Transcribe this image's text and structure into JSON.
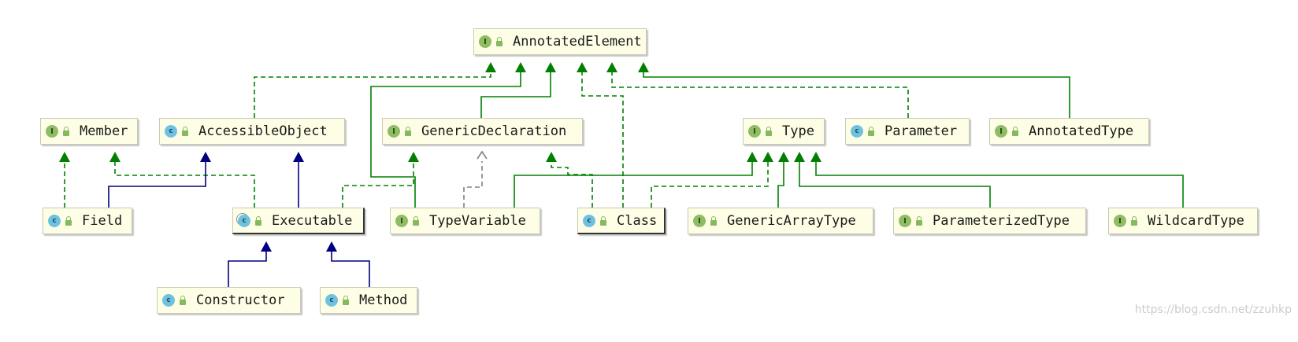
{
  "nodes": [
    {
      "id": "AnnotatedElement",
      "name": "AnnotatedElement",
      "kind": "interface",
      "icon": "interface-icon"
    },
    {
      "id": "Member",
      "name": "Member",
      "kind": "interface",
      "icon": "interface-icon"
    },
    {
      "id": "AccessibleObject",
      "name": "AccessibleObject",
      "kind": "class",
      "icon": "class-icon"
    },
    {
      "id": "GenericDeclaration",
      "name": "GenericDeclaration",
      "kind": "interface",
      "icon": "interface-icon"
    },
    {
      "id": "Type",
      "name": "Type",
      "kind": "interface",
      "icon": "interface-icon"
    },
    {
      "id": "Parameter",
      "name": "Parameter",
      "kind": "final-class",
      "icon": "final-class-icon"
    },
    {
      "id": "AnnotatedType",
      "name": "AnnotatedType",
      "kind": "interface",
      "icon": "interface-icon"
    },
    {
      "id": "Field",
      "name": "Field",
      "kind": "final-class",
      "icon": "final-class-icon"
    },
    {
      "id": "Executable",
      "name": "Executable",
      "kind": "abstract-class",
      "icon": "abstract-class-icon"
    },
    {
      "id": "TypeVariable",
      "name": "TypeVariable",
      "kind": "interface",
      "icon": "interface-icon"
    },
    {
      "id": "Class",
      "name": "Class",
      "kind": "final-class",
      "icon": "final-class-icon"
    },
    {
      "id": "GenericArrayType",
      "name": "GenericArrayType",
      "kind": "interface",
      "icon": "interface-icon"
    },
    {
      "id": "ParameterizedType",
      "name": "ParameterizedType",
      "kind": "interface",
      "icon": "interface-icon"
    },
    {
      "id": "WildcardType",
      "name": "WildcardType",
      "kind": "interface",
      "icon": "interface-icon"
    },
    {
      "id": "Constructor",
      "name": "Constructor",
      "kind": "final-class",
      "icon": "final-class-icon"
    },
    {
      "id": "Method",
      "name": "Method",
      "kind": "final-class",
      "icon": "final-class-icon"
    }
  ],
  "relations": [
    {
      "from": "AccessibleObject",
      "to": "AnnotatedElement",
      "type": "implements"
    },
    {
      "from": "TypeVariable",
      "to": "AnnotatedElement",
      "type": "extends-interface"
    },
    {
      "from": "GenericDeclaration",
      "to": "AnnotatedElement",
      "type": "extends-interface"
    },
    {
      "from": "Class",
      "to": "AnnotatedElement",
      "type": "implements"
    },
    {
      "from": "Parameter",
      "to": "AnnotatedElement",
      "type": "implements"
    },
    {
      "from": "AnnotatedType",
      "to": "AnnotatedElement",
      "type": "extends-interface"
    },
    {
      "from": "Field",
      "to": "Member",
      "type": "implements"
    },
    {
      "from": "Executable",
      "to": "Member",
      "type": "implements"
    },
    {
      "from": "Field",
      "to": "AccessibleObject",
      "type": "extends-class"
    },
    {
      "from": "Executable",
      "to": "AccessibleObject",
      "type": "extends-class"
    },
    {
      "from": "Executable",
      "to": "GenericDeclaration",
      "type": "implements"
    },
    {
      "from": "TypeVariable",
      "to": "GenericDeclaration",
      "type": "dependency"
    },
    {
      "from": "Class",
      "to": "GenericDeclaration",
      "type": "implements"
    },
    {
      "from": "TypeVariable",
      "to": "Type",
      "type": "extends-interface"
    },
    {
      "from": "Class",
      "to": "Type",
      "type": "implements"
    },
    {
      "from": "GenericArrayType",
      "to": "Type",
      "type": "extends-interface"
    },
    {
      "from": "ParameterizedType",
      "to": "Type",
      "type": "extends-interface"
    },
    {
      "from": "WildcardType",
      "to": "Type",
      "type": "extends-interface"
    },
    {
      "from": "Constructor",
      "to": "Executable",
      "type": "extends-class"
    },
    {
      "from": "Method",
      "to": "Executable",
      "type": "extends-class"
    }
  ],
  "legend_colors": {
    "extends_interface": "#008000",
    "implements": "#008000",
    "extends_class": "#00007f",
    "dependency": "#808080",
    "node_fill": "#fefee6",
    "interface_icon": "#8fbd63",
    "class_icon": "#6fc2df"
  },
  "watermark": "https://blog.csdn.net/zzuhkp"
}
